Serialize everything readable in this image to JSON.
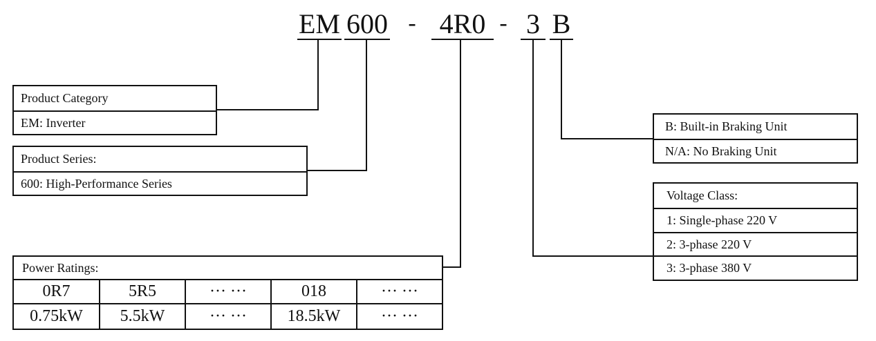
{
  "model_code": {
    "parts": [
      {
        "id": "category",
        "text": "EM"
      },
      {
        "id": "series",
        "text": "600"
      },
      {
        "id": "dash1",
        "text": "-"
      },
      {
        "id": "power",
        "text": "4R0"
      },
      {
        "id": "dash2",
        "text": "-"
      },
      {
        "id": "voltage",
        "text": "3"
      },
      {
        "id": "braking",
        "text": "B"
      }
    ]
  },
  "product_category": {
    "title": "Product Category",
    "value": "EM: Inverter"
  },
  "product_series": {
    "title": "Product Series:",
    "value": "600: High-Performance Series"
  },
  "power_ratings": {
    "title": "Power Ratings:",
    "codes": [
      "0R7",
      "5R5",
      "··· ···",
      "018",
      "··· ···"
    ],
    "values": [
      "0.75kW",
      "5.5kW",
      "··· ···",
      "18.5kW",
      "··· ···"
    ]
  },
  "braking": {
    "option_b": "B: Built-in Braking Unit",
    "option_na": "N/A: No Braking Unit"
  },
  "voltage_class": {
    "title": "Voltage Class:",
    "options": [
      "1: Single-phase 220 V",
      "2: 3-phase 220 V",
      "3: 3-phase 380 V"
    ]
  }
}
